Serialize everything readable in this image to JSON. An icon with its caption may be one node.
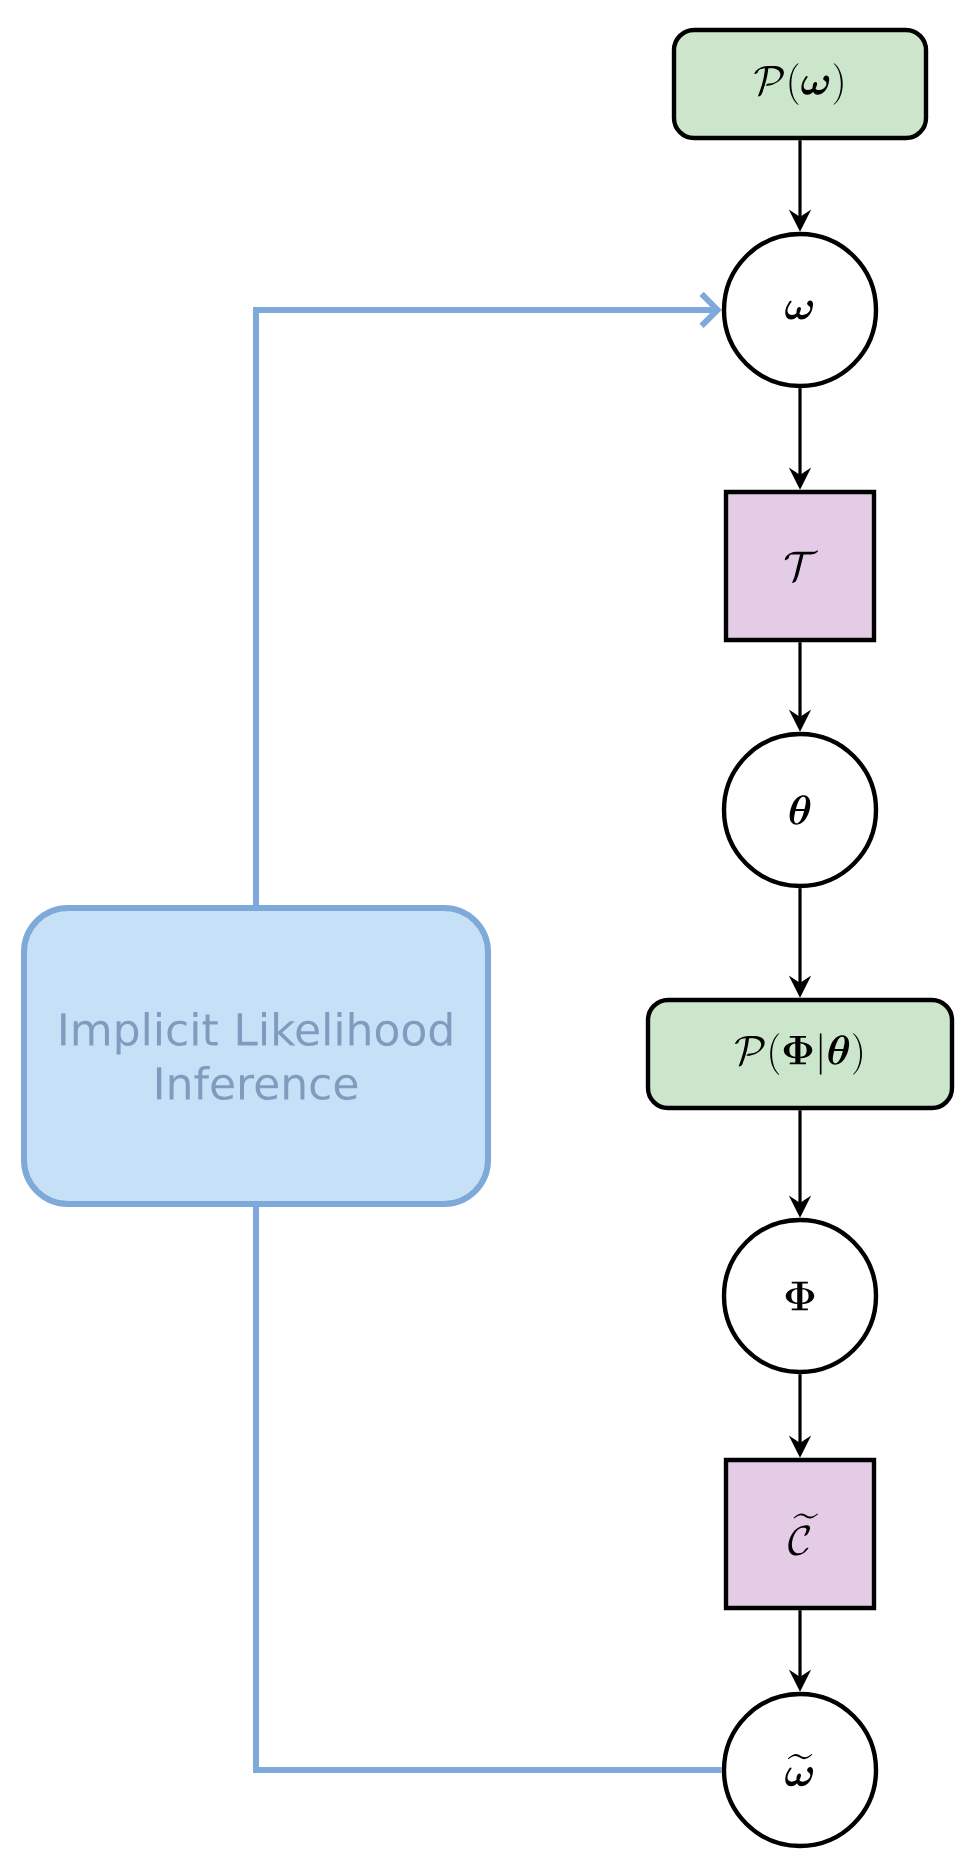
{
  "diagram": {
    "nodes": [
      {
        "text": [
          "\\mathcal{P}(\\boldsymbol{\\omega})"
        ]
      },
      {
        "text": [
          "\\boldsymbol{\\omega}"
        ]
      },
      {
        "text": [
          "\\mathcal{T}"
        ]
      },
      {
        "text": [
          "\\boldsymbol{\\theta}"
        ]
      },
      {
        "text": [
          "\\mathcal{P}(\\boldsymbol{\\Phi}|\\boldsymbol{\\theta})"
        ]
      },
      {
        "text": [
          "\\boldsymbol{\\Phi}"
        ]
      },
      {
        "text": [
          "\\widetilde{\\mathcal{C}}"
        ]
      },
      {
        "text": [
          "\\widetilde{\\boldsymbol{\\omega}}"
        ]
      },
      {
        "text": [
          "Implicit Likelihood Inference"
        ]
      }
    ],
    "edges": [
      {
        "from": 0,
        "to": 1,
        "arrow": "to"
      },
      {
        "from": 1,
        "to": 2,
        "arrow": "to"
      },
      {
        "from": 2,
        "to": 3,
        "arrow": "to"
      },
      {
        "from": 3,
        "to": 4,
        "arrow": "to"
      },
      {
        "from": 4,
        "to": 5,
        "arrow": "to"
      },
      {
        "from": 5,
        "to": 6,
        "arrow": "to"
      },
      {
        "from": 6,
        "to": 7,
        "arrow": "to"
      },
      {
        "from": 8,
        "to": 1,
        "arrow": "to",
        "color": "#7fa9d9"
      },
      {
        "from": 7,
        "to": 8,
        "arrow": "none",
        "color": "#7fa9d9"
      }
    ]
  }
}
